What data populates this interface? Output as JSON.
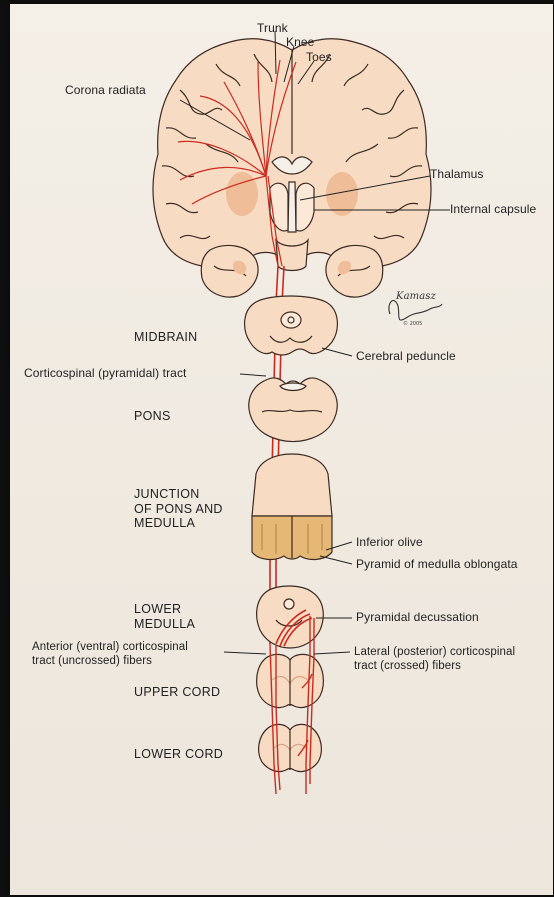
{
  "labels": {
    "trunk": "Trunk",
    "knee": "Knee",
    "toes": "Toes",
    "corona_radiata": "Corona radiata",
    "thalamus": "Thalamus",
    "internal_capsule": "Internal capsule",
    "cerebral_peduncle": "Cerebral peduncle",
    "corticospinal_tract": "Corticospinal (pyramidal) tract",
    "inferior_olive": "Inferior olive",
    "pyramid_medulla": "Pyramid of medulla oblongata",
    "pyramidal_decussation": "Pyramidal decussation",
    "anterior_fibers": "Anterior (ventral) corticospinal\ntract (uncrossed) fibers",
    "lateral_fibers": "Lateral (posterior) corticospinal\ntract (crossed) fibers"
  },
  "levels": {
    "midbrain": "MIDBRAIN",
    "pons": "PONS",
    "junction": "JUNCTION\nOF PONS AND\nMEDULLA",
    "lower_medulla": "LOWER\nMEDULLA",
    "upper_cord": "UPPER CORD",
    "lower_cord": "LOWER CORD"
  },
  "signature": {
    "name": "Kamasz",
    "year": "© 2005"
  },
  "colors": {
    "tissue_fill": "#f7dcc3",
    "gray_matter": "#efbd98",
    "outline": "#3b2a22",
    "tract": "#cc2a1f",
    "olive": "#e6b876",
    "paper": "#f2ede5"
  }
}
